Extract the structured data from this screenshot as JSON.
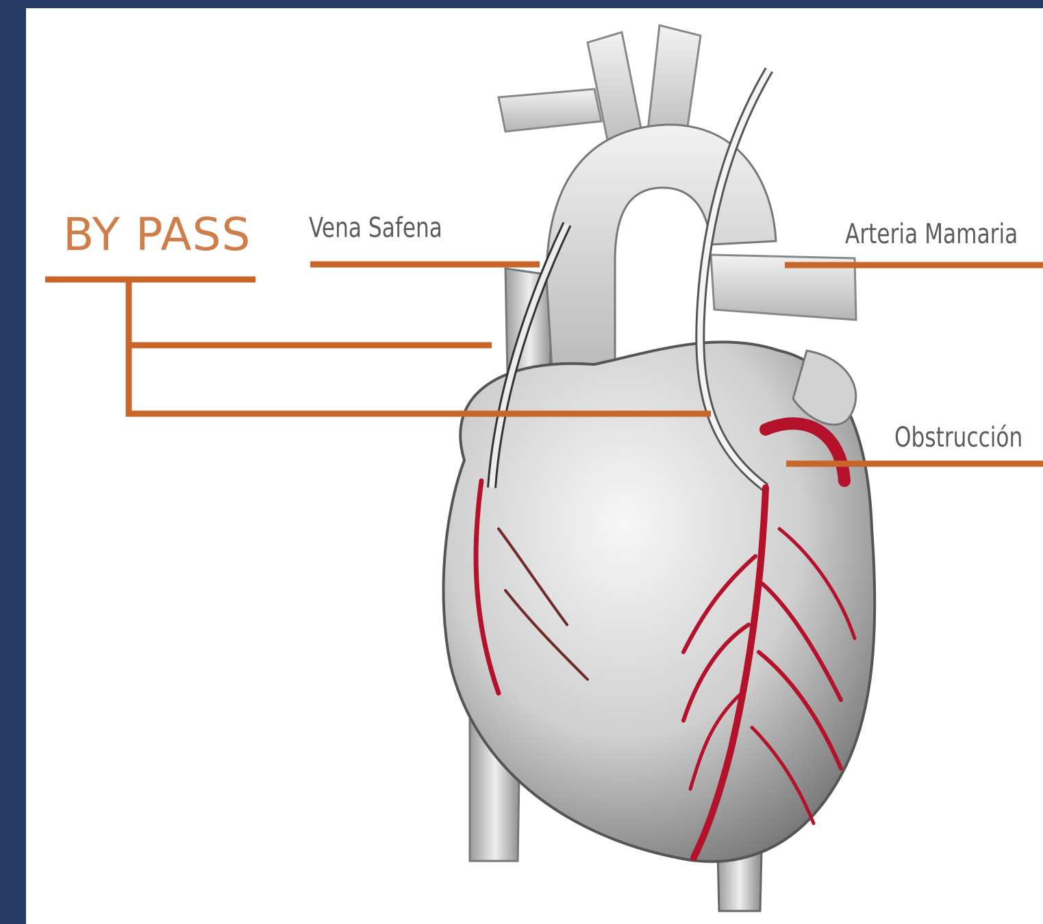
{
  "diagram": {
    "title": "BY PASS",
    "labels": {
      "vena_safena": "Vena Safena",
      "arteria_mamaria": "Arteria Mamaria",
      "obstruccion": "Obstrucción"
    }
  },
  "colors": {
    "frame": "#263c66",
    "leader_line": "#c8662a",
    "heart": "#d9d9d9",
    "artery": "#b3122a"
  }
}
